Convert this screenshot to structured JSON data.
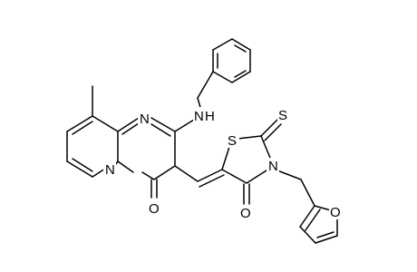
{
  "molecule": {
    "atoms": [
      {
        "id": "N_amine",
        "label": "N",
        "element": "N"
      },
      {
        "id": "H_amine",
        "label": "H",
        "element": "H"
      },
      {
        "id": "N_ring_upper",
        "label": "N",
        "element": "N"
      },
      {
        "id": "N_bridge",
        "label": "N",
        "element": "N"
      },
      {
        "id": "O_pyrimidinone",
        "label": "O",
        "element": "O"
      },
      {
        "id": "S_ring",
        "label": "S",
        "element": "S"
      },
      {
        "id": "S_thioxo",
        "label": "S",
        "element": "S"
      },
      {
        "id": "N_thiazolidine",
        "label": "N",
        "element": "N"
      },
      {
        "id": "O_thiazolidinone",
        "label": "O",
        "element": "O"
      },
      {
        "id": "O_furan",
        "label": "O",
        "element": "O"
      }
    ]
  }
}
